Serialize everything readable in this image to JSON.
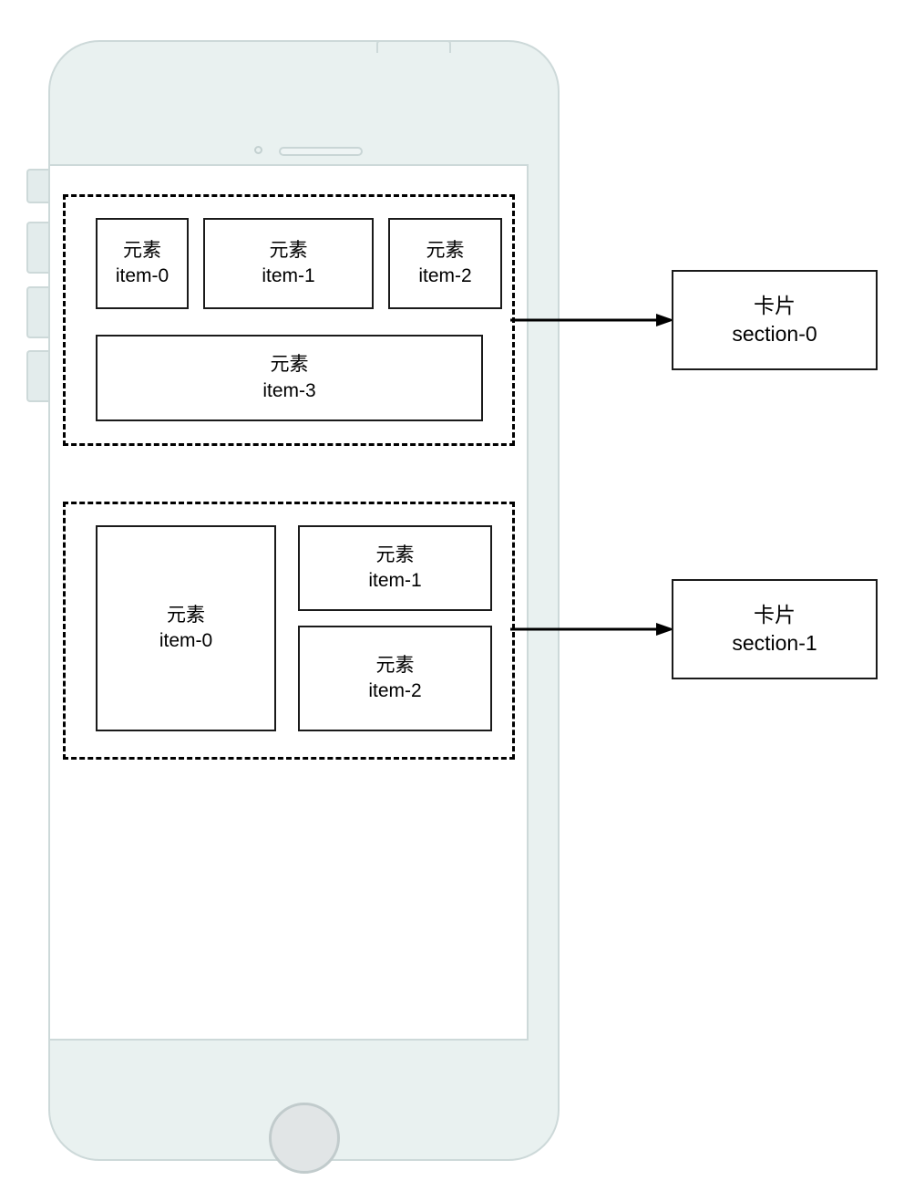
{
  "diagram": {
    "title": "",
    "colors": {
      "phone_body": "#e9f1f0",
      "phone_border": "#cdd9d9",
      "screen_bg": "#ffffff",
      "box_border": "#1a1a1a",
      "dashed_border": "#000000",
      "home_button_fill": "#e1e5e6",
      "arrow": "#000000"
    }
  },
  "phone": {
    "camera_icon": "camera-dot-icon",
    "speaker_icon": "earpiece-speaker-icon",
    "home_button_label": "home-button",
    "side_buttons": [
      "mute-switch",
      "volume-up",
      "volume-down",
      "side-button"
    ],
    "top_nub_label": "power-button-nub"
  },
  "screen": {
    "sections": [
      {
        "id": "section-0",
        "items": [
          {
            "cn": "元素",
            "id": "item-0"
          },
          {
            "cn": "元素",
            "id": "item-1"
          },
          {
            "cn": "元素",
            "id": "item-2"
          },
          {
            "cn": "元素",
            "id": "item-3"
          }
        ]
      },
      {
        "id": "section-1",
        "items": [
          {
            "cn": "元素",
            "id": "item-0"
          },
          {
            "cn": "元素",
            "id": "item-1"
          },
          {
            "cn": "元素",
            "id": "item-2"
          }
        ]
      }
    ]
  },
  "callouts": [
    {
      "cn": "卡片",
      "id": "section-0",
      "arrow": "arrow-right-icon"
    },
    {
      "cn": "卡片",
      "id": "section-1",
      "arrow": "arrow-right-icon"
    }
  ]
}
